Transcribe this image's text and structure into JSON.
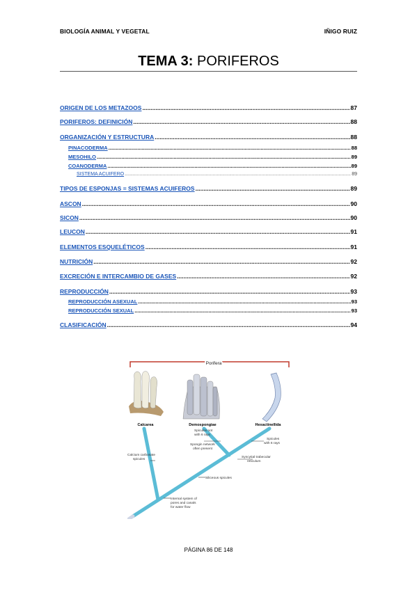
{
  "header": {
    "left": "BIOLOGÍA ANIMAL Y VEGETAL",
    "right": "IÑIGO RUIZ"
  },
  "title": {
    "prefix": "TEMA 3:",
    "rest": " PORIFEROS"
  },
  "toc": [
    {
      "label": "ORIGEN DE LOS METAZOOS",
      "page": "87",
      "level": 1
    },
    {
      "label": "PORIFEROS: DEFINICIÓN",
      "page": "88",
      "level": 1
    },
    {
      "label": "ORGANIZACIÓN Y ESTRUCTURA",
      "page": "88",
      "level": 1
    },
    {
      "label": "PINACODERMA",
      "page": "88",
      "level": 2
    },
    {
      "label": "MESOHILO",
      "page": "89",
      "level": 2
    },
    {
      "label": "COANODERMA",
      "page": "89",
      "level": 2
    },
    {
      "label": "SISTEMA ACUÍFERO",
      "page": "89",
      "level": 3
    },
    {
      "label": "TIPOS DE ESPONJAS = SISTEMAS ACUIFEROS",
      "page": "89",
      "level": 1
    },
    {
      "label": "ASCON",
      "page": "90",
      "level": 1
    },
    {
      "label": "SICON",
      "page": "90",
      "level": 1
    },
    {
      "label": "LEUCON",
      "page": "91",
      "level": 1
    },
    {
      "label": "ELEMENTOS ESQUELÉTICOS",
      "page": "91",
      "level": 1
    },
    {
      "label": "NUTRICIÓN",
      "page": "92",
      "level": 1
    },
    {
      "label": "EXCRECIÓN E INTERCAMBIO DE GASES",
      "page": "92",
      "level": 1
    },
    {
      "label": "REPRODUCCIÓN",
      "page": "93",
      "level": 1
    },
    {
      "label": "REPRODUCCIÓN ASEXUAL",
      "page": "93",
      "level": 2
    },
    {
      "label": "REPRODUCCIÓN SEXUAL",
      "page": "93",
      "level": 2
    },
    {
      "label": "CLASIFICACIÓN",
      "page": "94",
      "level": 1
    }
  ],
  "figure": {
    "group": "Porifera",
    "taxa": [
      "Calcarea",
      "Demospongiae",
      "Hexactinellida"
    ],
    "labels": {
      "calcium": [
        "Calcium carbonate",
        "spicules"
      ],
      "spicules_not6": [
        "Spicules not",
        "with 6 rays"
      ],
      "spongin": [
        "Spongin network",
        "often present"
      ],
      "spicules6": [
        "Spicules",
        "with 6 rays"
      ],
      "syncytial": [
        "Syncytial trabecular",
        "reticulum"
      ],
      "siliceous": [
        "Siliceous spicules"
      ],
      "internal": [
        "Internal system of",
        "pores and canals",
        "for water flow"
      ]
    },
    "colors": {
      "branch": "#5bbcd6",
      "bracket": "#c0392b"
    }
  },
  "footer": {
    "page": "PÁGINA 86 DE 148"
  }
}
